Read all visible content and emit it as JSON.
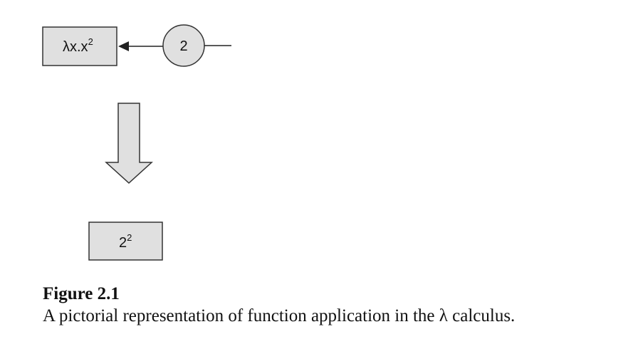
{
  "diagram": {
    "function_box": {
      "base": "λx.x",
      "exponent": "2"
    },
    "argument_node": {
      "label": "2"
    },
    "result_box": {
      "base": "2",
      "exponent": "2"
    },
    "colors": {
      "fill": "#e0e0e0",
      "stroke": "#333333",
      "text": "#111111"
    }
  },
  "caption": {
    "label": "Figure 2.1",
    "text": "A pictorial representation of function application in the λ calculus."
  }
}
